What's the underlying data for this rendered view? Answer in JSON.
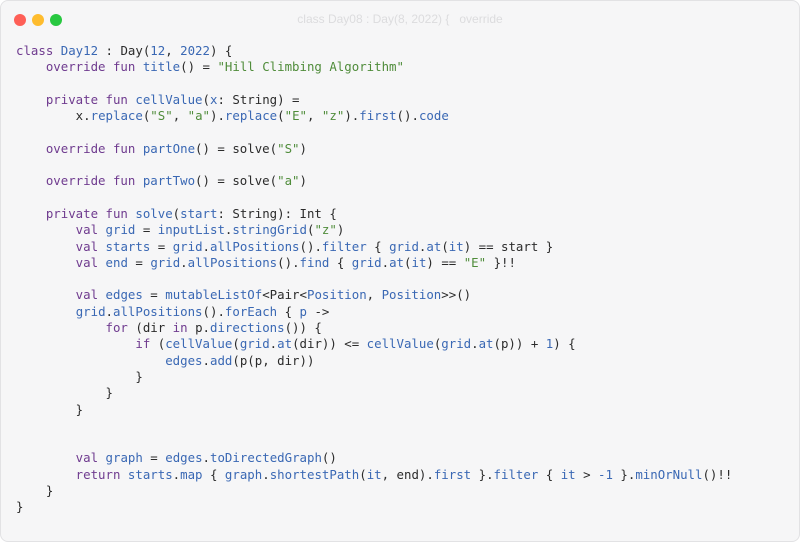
{
  "window": {
    "title": "class Day08 : Day(8, 2022) {   override",
    "colors": {
      "close": "#fe5f57",
      "minimize": "#febc2e",
      "zoom": "#28c840",
      "background": "#f6f6f7",
      "keyword": "#6f3b8f",
      "function": "#3a68b4",
      "string": "#4f8c3a",
      "text": "#2b2b2b"
    }
  },
  "code": {
    "language": "kotlin",
    "lines": [
      [
        {
          "t": "class ",
          "c": "kw"
        },
        {
          "t": "Day12",
          "c": "fn"
        },
        {
          "t": " : Day(",
          "c": "plain"
        },
        {
          "t": "12",
          "c": "num"
        },
        {
          "t": ", ",
          "c": "plain"
        },
        {
          "t": "2022",
          "c": "num"
        },
        {
          "t": ") {",
          "c": "plain"
        }
      ],
      [
        {
          "t": "    override fun ",
          "c": "kw"
        },
        {
          "t": "title",
          "c": "fn"
        },
        {
          "t": "() = ",
          "c": "plain"
        },
        {
          "t": "\"Hill Climbing Algorithm\"",
          "c": "str"
        }
      ],
      [],
      [
        {
          "t": "    private fun ",
          "c": "kw"
        },
        {
          "t": "cellValue",
          "c": "fn"
        },
        {
          "t": "(",
          "c": "plain"
        },
        {
          "t": "x",
          "c": "fn"
        },
        {
          "t": ": String) =",
          "c": "plain"
        }
      ],
      [
        {
          "t": "        x.",
          "c": "plain"
        },
        {
          "t": "replace",
          "c": "fn"
        },
        {
          "t": "(",
          "c": "plain"
        },
        {
          "t": "\"S\"",
          "c": "str"
        },
        {
          "t": ", ",
          "c": "plain"
        },
        {
          "t": "\"a\"",
          "c": "str"
        },
        {
          "t": ").",
          "c": "plain"
        },
        {
          "t": "replace",
          "c": "fn"
        },
        {
          "t": "(",
          "c": "plain"
        },
        {
          "t": "\"E\"",
          "c": "str"
        },
        {
          "t": ", ",
          "c": "plain"
        },
        {
          "t": "\"z\"",
          "c": "str"
        },
        {
          "t": ").",
          "c": "plain"
        },
        {
          "t": "first",
          "c": "fn"
        },
        {
          "t": "().",
          "c": "plain"
        },
        {
          "t": "code",
          "c": "fn"
        }
      ],
      [],
      [
        {
          "t": "    override fun ",
          "c": "kw"
        },
        {
          "t": "partOne",
          "c": "fn"
        },
        {
          "t": "() = solve(",
          "c": "plain"
        },
        {
          "t": "\"S\"",
          "c": "str"
        },
        {
          "t": ")",
          "c": "plain"
        }
      ],
      [],
      [
        {
          "t": "    override fun ",
          "c": "kw"
        },
        {
          "t": "partTwo",
          "c": "fn"
        },
        {
          "t": "() = solve(",
          "c": "plain"
        },
        {
          "t": "\"a\"",
          "c": "str"
        },
        {
          "t": ")",
          "c": "plain"
        }
      ],
      [],
      [
        {
          "t": "    private fun ",
          "c": "kw"
        },
        {
          "t": "solve",
          "c": "fn"
        },
        {
          "t": "(",
          "c": "plain"
        },
        {
          "t": "start",
          "c": "fn"
        },
        {
          "t": ": String): Int {",
          "c": "plain"
        }
      ],
      [
        {
          "t": "        val ",
          "c": "kw"
        },
        {
          "t": "grid",
          "c": "fn"
        },
        {
          "t": " = ",
          "c": "plain"
        },
        {
          "t": "inputList",
          "c": "fn"
        },
        {
          "t": ".",
          "c": "plain"
        },
        {
          "t": "stringGrid",
          "c": "fn"
        },
        {
          "t": "(",
          "c": "plain"
        },
        {
          "t": "\"z\"",
          "c": "str"
        },
        {
          "t": ")",
          "c": "plain"
        }
      ],
      [
        {
          "t": "        val ",
          "c": "kw"
        },
        {
          "t": "starts",
          "c": "fn"
        },
        {
          "t": " = ",
          "c": "plain"
        },
        {
          "t": "grid",
          "c": "fn"
        },
        {
          "t": ".",
          "c": "plain"
        },
        {
          "t": "allPositions",
          "c": "fn"
        },
        {
          "t": "().",
          "c": "plain"
        },
        {
          "t": "filter",
          "c": "fn"
        },
        {
          "t": " { ",
          "c": "plain"
        },
        {
          "t": "grid",
          "c": "fn"
        },
        {
          "t": ".",
          "c": "plain"
        },
        {
          "t": "at",
          "c": "fn"
        },
        {
          "t": "(",
          "c": "plain"
        },
        {
          "t": "it",
          "c": "fn"
        },
        {
          "t": ") == start }",
          "c": "plain"
        }
      ],
      [
        {
          "t": "        val ",
          "c": "kw"
        },
        {
          "t": "end",
          "c": "fn"
        },
        {
          "t": " = ",
          "c": "plain"
        },
        {
          "t": "grid",
          "c": "fn"
        },
        {
          "t": ".",
          "c": "plain"
        },
        {
          "t": "allPositions",
          "c": "fn"
        },
        {
          "t": "().",
          "c": "plain"
        },
        {
          "t": "find",
          "c": "fn"
        },
        {
          "t": " { ",
          "c": "plain"
        },
        {
          "t": "grid",
          "c": "fn"
        },
        {
          "t": ".",
          "c": "plain"
        },
        {
          "t": "at",
          "c": "fn"
        },
        {
          "t": "(",
          "c": "plain"
        },
        {
          "t": "it",
          "c": "fn"
        },
        {
          "t": ") == ",
          "c": "plain"
        },
        {
          "t": "\"E\"",
          "c": "str"
        },
        {
          "t": " }!!",
          "c": "plain"
        }
      ],
      [],
      [
        {
          "t": "        val ",
          "c": "kw"
        },
        {
          "t": "edges",
          "c": "fn"
        },
        {
          "t": " = ",
          "c": "plain"
        },
        {
          "t": "mutableListOf",
          "c": "fn"
        },
        {
          "t": "<Pair<",
          "c": "plain"
        },
        {
          "t": "Position",
          "c": "fn"
        },
        {
          "t": ", ",
          "c": "plain"
        },
        {
          "t": "Position",
          "c": "fn"
        },
        {
          "t": ">>()",
          "c": "plain"
        }
      ],
      [
        {
          "t": "        ",
          "c": "plain"
        },
        {
          "t": "grid",
          "c": "fn"
        },
        {
          "t": ".",
          "c": "plain"
        },
        {
          "t": "allPositions",
          "c": "fn"
        },
        {
          "t": "().",
          "c": "plain"
        },
        {
          "t": "forEach",
          "c": "fn"
        },
        {
          "t": " { ",
          "c": "plain"
        },
        {
          "t": "p",
          "c": "fn"
        },
        {
          "t": " ->",
          "c": "plain"
        }
      ],
      [
        {
          "t": "            for ",
          "c": "kw"
        },
        {
          "t": "(dir ",
          "c": "plain"
        },
        {
          "t": "in ",
          "c": "kw"
        },
        {
          "t": "p.",
          "c": "plain"
        },
        {
          "t": "directions",
          "c": "fn"
        },
        {
          "t": "()) {",
          "c": "plain"
        }
      ],
      [
        {
          "t": "                if ",
          "c": "kw"
        },
        {
          "t": "(",
          "c": "plain"
        },
        {
          "t": "cellValue",
          "c": "fn"
        },
        {
          "t": "(",
          "c": "plain"
        },
        {
          "t": "grid",
          "c": "fn"
        },
        {
          "t": ".",
          "c": "plain"
        },
        {
          "t": "at",
          "c": "fn"
        },
        {
          "t": "(dir)) <= ",
          "c": "plain"
        },
        {
          "t": "cellValue",
          "c": "fn"
        },
        {
          "t": "(",
          "c": "plain"
        },
        {
          "t": "grid",
          "c": "fn"
        },
        {
          "t": ".",
          "c": "plain"
        },
        {
          "t": "at",
          "c": "fn"
        },
        {
          "t": "(p)) + ",
          "c": "plain"
        },
        {
          "t": "1",
          "c": "num"
        },
        {
          "t": ") {",
          "c": "plain"
        }
      ],
      [
        {
          "t": "                    ",
          "c": "plain"
        },
        {
          "t": "edges",
          "c": "fn"
        },
        {
          "t": ".",
          "c": "plain"
        },
        {
          "t": "add",
          "c": "fn"
        },
        {
          "t": "(p(p, dir))",
          "c": "plain"
        }
      ],
      [
        {
          "t": "                }",
          "c": "plain"
        }
      ],
      [
        {
          "t": "            }",
          "c": "plain"
        }
      ],
      [
        {
          "t": "        }",
          "c": "plain"
        }
      ],
      [],
      [],
      [
        {
          "t": "        val ",
          "c": "kw"
        },
        {
          "t": "graph",
          "c": "fn"
        },
        {
          "t": " = ",
          "c": "plain"
        },
        {
          "t": "edges",
          "c": "fn"
        },
        {
          "t": ".",
          "c": "plain"
        },
        {
          "t": "toDirectedGraph",
          "c": "fn"
        },
        {
          "t": "()",
          "c": "plain"
        }
      ],
      [
        {
          "t": "        return ",
          "c": "kw"
        },
        {
          "t": "starts",
          "c": "fn"
        },
        {
          "t": ".",
          "c": "plain"
        },
        {
          "t": "map",
          "c": "fn"
        },
        {
          "t": " { ",
          "c": "plain"
        },
        {
          "t": "graph",
          "c": "fn"
        },
        {
          "t": ".",
          "c": "plain"
        },
        {
          "t": "shortestPath",
          "c": "fn"
        },
        {
          "t": "(",
          "c": "plain"
        },
        {
          "t": "it",
          "c": "fn"
        },
        {
          "t": ", end).",
          "c": "plain"
        },
        {
          "t": "first",
          "c": "fn"
        },
        {
          "t": " }.",
          "c": "plain"
        },
        {
          "t": "filter",
          "c": "fn"
        },
        {
          "t": " { ",
          "c": "plain"
        },
        {
          "t": "it",
          "c": "fn"
        },
        {
          "t": " > ",
          "c": "plain"
        },
        {
          "t": "-1",
          "c": "num"
        },
        {
          "t": " }.",
          "c": "plain"
        },
        {
          "t": "minOrNull",
          "c": "fn"
        },
        {
          "t": "()!!",
          "c": "plain"
        }
      ],
      [
        {
          "t": "    }",
          "c": "plain"
        }
      ],
      [
        {
          "t": "}",
          "c": "plain"
        }
      ]
    ]
  }
}
